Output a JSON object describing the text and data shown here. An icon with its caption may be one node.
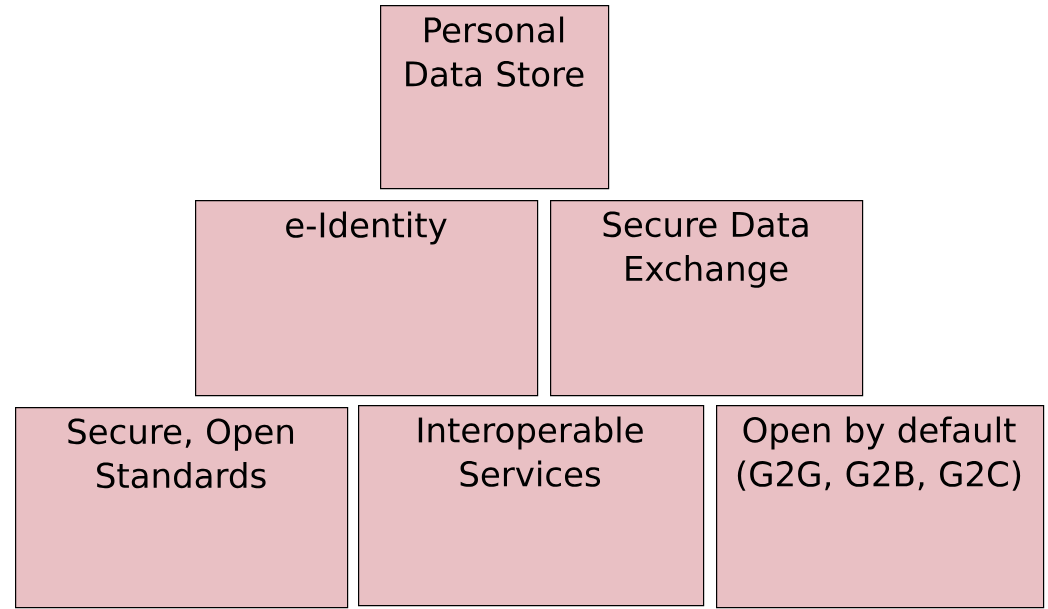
{
  "diagram": {
    "nodes": [
      {
        "text": [
          "Personal Data Store"
        ]
      },
      {
        "text": [
          "e-Identity"
        ]
      },
      {
        "text": [
          "Secure Data Exchange"
        ]
      },
      {
        "text": [
          "Secure, Open Standards"
        ]
      },
      {
        "text": [
          "Interoperable Services"
        ]
      },
      {
        "text": [
          "Open by default (G2G, G2B, G2C)"
        ]
      }
    ]
  }
}
